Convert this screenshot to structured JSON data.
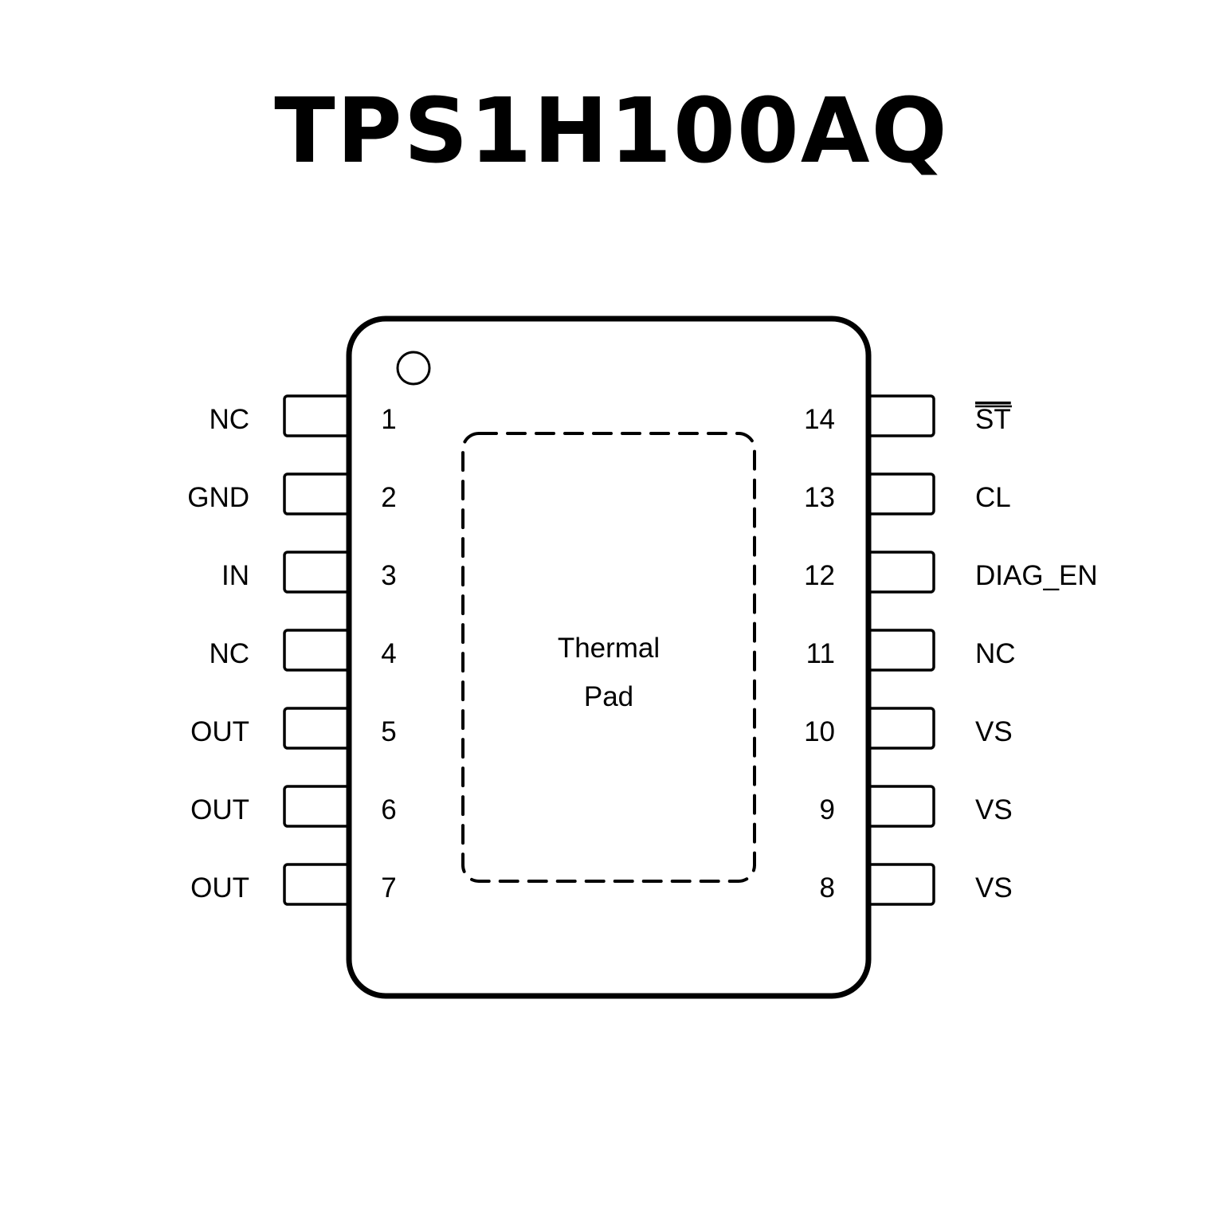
{
  "title": "TPS1H100AQ",
  "package": {
    "pin1_marker": "circle",
    "thermal_pad": {
      "line1": "Thermal",
      "line2": "Pad"
    }
  },
  "left_pins": [
    {
      "number": "1",
      "name": "NC"
    },
    {
      "number": "2",
      "name": "GND"
    },
    {
      "number": "3",
      "name": "IN"
    },
    {
      "number": "4",
      "name": "NC"
    },
    {
      "number": "5",
      "name": "OUT"
    },
    {
      "number": "6",
      "name": "OUT"
    },
    {
      "number": "7",
      "name": "OUT"
    }
  ],
  "right_pins": [
    {
      "number": "14",
      "name": "ST",
      "overline": true
    },
    {
      "number": "13",
      "name": "CL"
    },
    {
      "number": "12",
      "name": "DIAG_EN"
    },
    {
      "number": "11",
      "name": "NC"
    },
    {
      "number": "10",
      "name": "VS"
    },
    {
      "number": "9",
      "name": "VS"
    },
    {
      "number": "8",
      "name": "VS"
    }
  ]
}
